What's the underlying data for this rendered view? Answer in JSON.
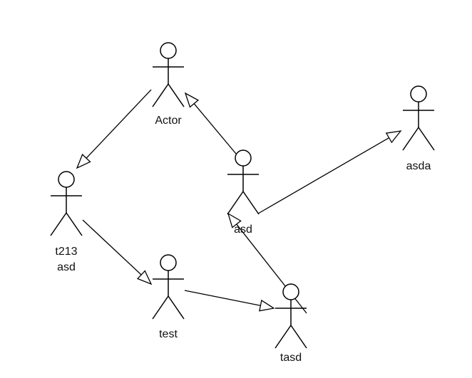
{
  "diagram": {
    "type": "uml-use-case-actors",
    "stroke_color": "#000000",
    "fill_color": "#ffffff",
    "text_color": "#111111",
    "actors": [
      {
        "id": "actor",
        "label_lines": [
          "Actor"
        ]
      },
      {
        "id": "t213",
        "label_lines": [
          "t213",
          "asd"
        ]
      },
      {
        "id": "asd",
        "label_lines": [
          "asd"
        ]
      },
      {
        "id": "asda",
        "label_lines": [
          "asda"
        ]
      },
      {
        "id": "test",
        "label_lines": [
          "test"
        ]
      },
      {
        "id": "tasd",
        "label_lines": [
          "tasd"
        ]
      }
    ],
    "generalizations": [
      {
        "from": "actor",
        "to": "t213"
      },
      {
        "from": "asd",
        "to": "actor"
      },
      {
        "from": "asd",
        "to": "asda"
      },
      {
        "from": "t213",
        "to": "test"
      },
      {
        "from": "test",
        "to": "tasd"
      },
      {
        "from": "tasd",
        "to": "asd"
      }
    ]
  }
}
